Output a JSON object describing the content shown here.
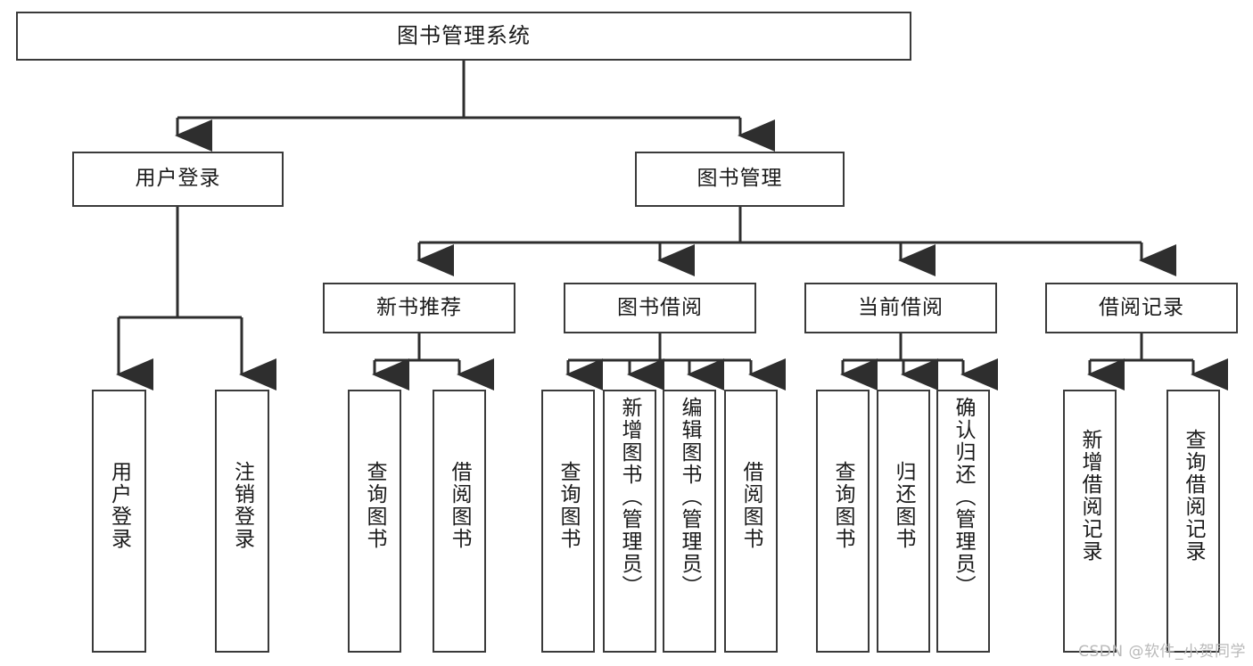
{
  "diagram": {
    "type": "tree",
    "title": "图书管理系统",
    "orientation": "top-down",
    "colors": {
      "box_border": "#3a3a3a",
      "box_fill": "#ffffff",
      "edge": "#2e2e2e",
      "text": "#1a1a1a",
      "watermark": "#b9b9b9",
      "background": "#ffffff"
    },
    "root": {
      "label": "图书管理系统"
    },
    "level2": [
      {
        "id": "user-login",
        "label": "用户登录"
      },
      {
        "id": "book-manage",
        "label": "图书管理"
      }
    ],
    "level3": [
      {
        "id": "new-book-rec",
        "label": "新书推荐"
      },
      {
        "id": "book-borrow",
        "label": "图书借阅"
      },
      {
        "id": "current-borrow",
        "label": "当前借阅"
      },
      {
        "id": "borrow-record",
        "label": "借阅记录"
      }
    ],
    "leaves": {
      "user_login": [
        {
          "id": "leaf-user-login",
          "label": "用户登录"
        },
        {
          "id": "leaf-user-logout",
          "label": "注销登录"
        }
      ],
      "new_book_rec": [
        {
          "id": "leaf-query-book-1",
          "label": "查询图书"
        },
        {
          "id": "leaf-borrow-book-1",
          "label": "借阅图书"
        }
      ],
      "book_borrow": [
        {
          "id": "leaf-query-book-2",
          "label": "查询图书"
        },
        {
          "id": "leaf-add-book",
          "label": "新增图书（管理员）"
        },
        {
          "id": "leaf-edit-book",
          "label": "编辑图书（管理员）"
        },
        {
          "id": "leaf-borrow-book-2",
          "label": "借阅图书"
        }
      ],
      "current_borrow": [
        {
          "id": "leaf-query-book-3",
          "label": "查询图书"
        },
        {
          "id": "leaf-return-book",
          "label": "归还图书"
        },
        {
          "id": "leaf-confirm-return",
          "label": "确认归还（管理员）"
        }
      ],
      "borrow_record": [
        {
          "id": "leaf-add-record",
          "label": "新增借阅记录"
        },
        {
          "id": "leaf-query-record",
          "label": "查询借阅记录"
        }
      ]
    },
    "watermark": "CSDN @软件_小贺同学"
  }
}
